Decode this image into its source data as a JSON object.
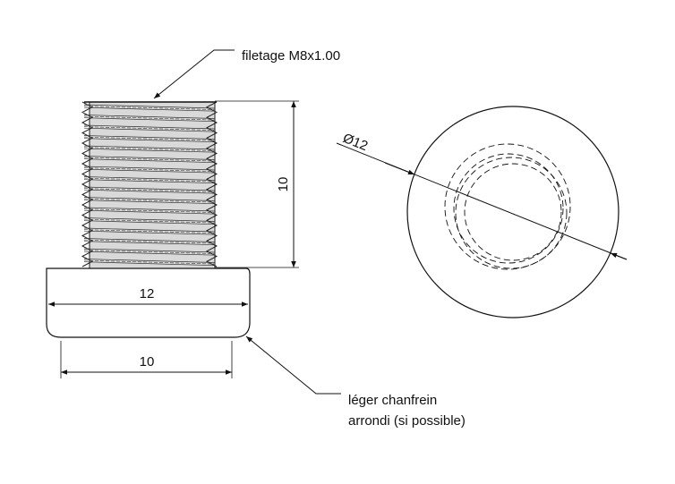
{
  "labels": {
    "thread_note": "filetage M8x1.00",
    "chamfer_note_line1": "léger chanfrein",
    "chamfer_note_line2": "arrondi (si possible)"
  },
  "dimensions": {
    "thread_length": "10",
    "head_width": "12",
    "head_bottom_width": "10",
    "diameter": "Ø12"
  }
}
